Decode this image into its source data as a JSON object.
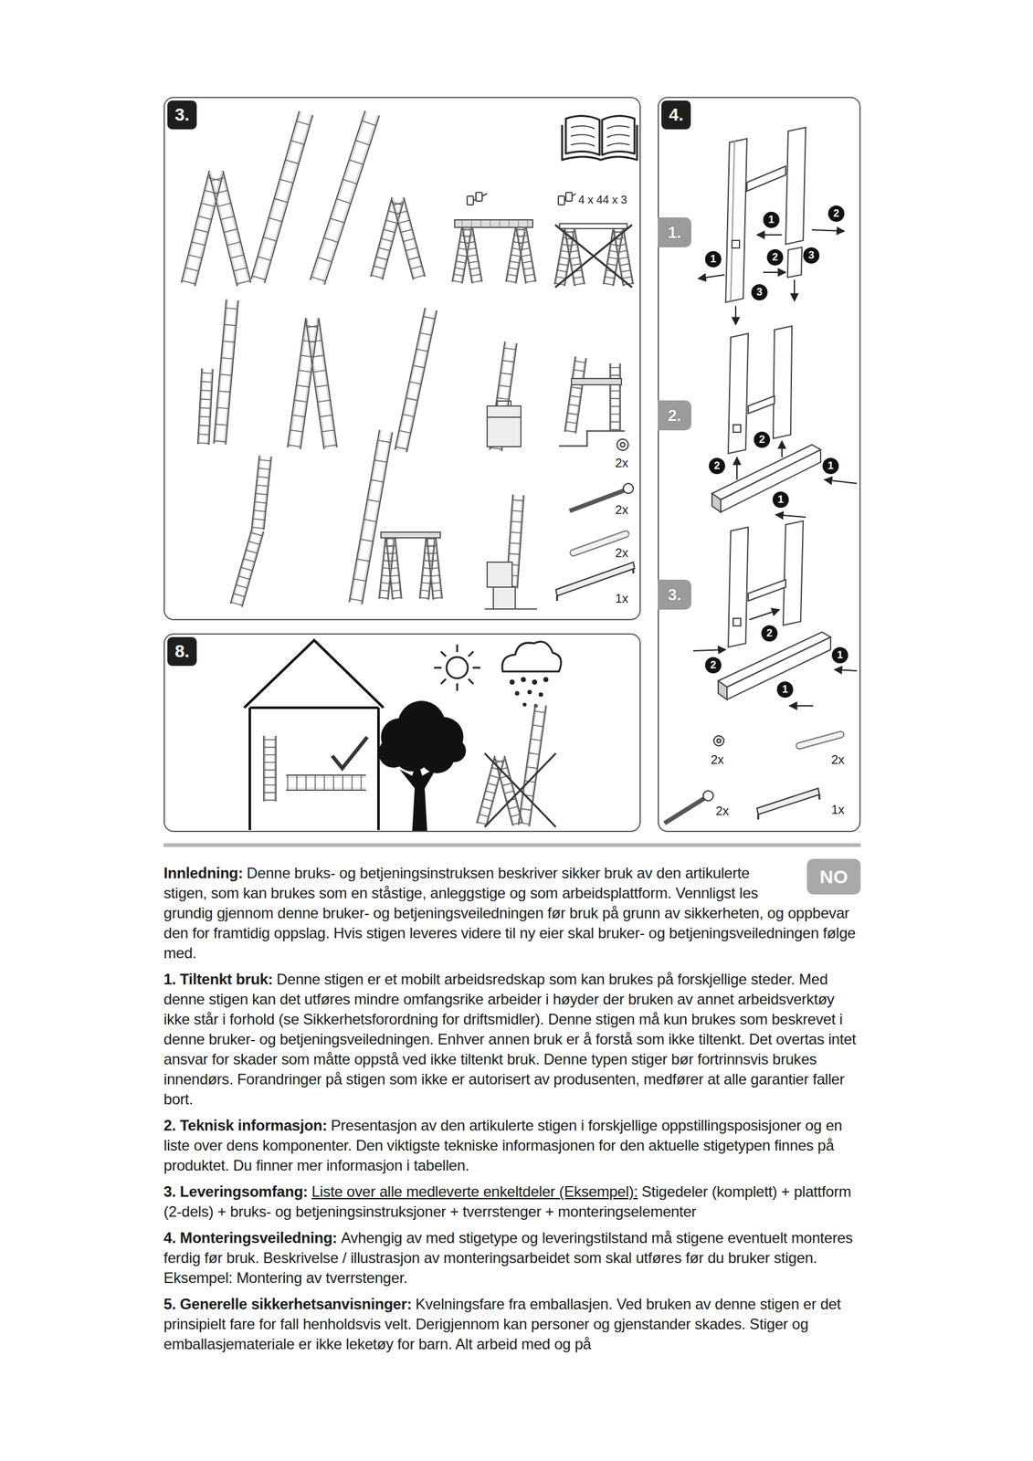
{
  "diagram": {
    "nodes": [
      {
        "text": [
          "3."
        ]
      },
      {
        "text": [
          "4."
        ]
      },
      {
        "text": [
          "1."
        ],
        "in": 1
      },
      {
        "text": [
          "2."
        ],
        "in": 1
      },
      {
        "text": [
          "3."
        ],
        "in": 1
      },
      {
        "text": [
          "8."
        ]
      },
      {
        "text": [
          "NO"
        ]
      }
    ],
    "labels": [
      "4 x 44 x 3",
      "2x",
      "2x",
      "2x",
      "1x",
      "1",
      "2",
      "1",
      "2",
      "3",
      "3",
      "2",
      "2",
      "1",
      "1",
      "2",
      "1",
      "2",
      "1",
      "2x",
      "2x",
      "2x",
      "1x",
      "Innledning:",
      "Denne bruks- og betjeningsinstruksen beskriver sikker bruk av den artikulerte stigen, som kan brukes som en ståstige, anleggstige og som arbeidsplattform. Vennligst les grundig gjennom denne bruker- og betjeningsveiledningen før bruk på grunn av sikkerheten, og oppbevar den for framtidig oppslag. Hvis stigen leveres videre til ny eier skal bruker- og betjeningsveiledningen følge med.",
      "1. Tiltenkt bruk:",
      "Denne stigen er et mobilt arbeidsredskap som kan brukes på forskjellige steder. Med denne stigen kan det utføres mindre omfangsrike arbeider i høyder der bruken av annet arbeidsverktøy ikke står i forhold (se Sikkerhetsforordning for driftsmidler). Denne stigen må kun brukes som beskrevet i denne bruker- og betjeningsveiledningen. Enhver annen bruk er å forstå som ikke tiltenkt. Det overtas intet ansvar for skader som måtte oppstå ved ikke tiltenkt bruk. Denne typen stiger bør fortrinnsvis brukes innendørs. Forandringer på stigen som ikke er autorisert av produsenten, medfører at alle garantier faller bort.",
      "2. Teknisk informasjon:",
      "Presentasjon av den artikulerte stigen i forskjellige oppstillingsposisjoner og en liste over dens komponenter. Den viktigste tekniske informasjonen for den aktuelle stigetypen finnes på produktet. Du finner mer informasjon i tabellen.",
      "3. Leveringsomfang:",
      "Liste over alle medleverte enkeltdeler (Eksempel):",
      "Stigedeler (komplett) + plattform (2-dels) + bruks- og betjeningsinstruksjoner + tverrstenger + monteringselementer",
      "4. Monteringsveiledning:",
      "Avhengig av med stigetype og leveringstilstand må stigene eventuelt monteres ferdig før bruk. Beskrivelse / illustrasjon av monteringsarbeidet som skal utføres før du bruker stigen. Eksempel: Montering av tverrstenger.",
      "5. Generelle sikkerhetsanvisninger:",
      "Kvelningsfare fra emballasjen. Ved bruken av denne stigen er det prinsipielt fare for fall henholdsvis velt. Derigjennom kan personer og gjenstander skades. Stiger og emballasjemateriale er ikke leketøy for barn. Alt arbeid med og på"
    ]
  }
}
